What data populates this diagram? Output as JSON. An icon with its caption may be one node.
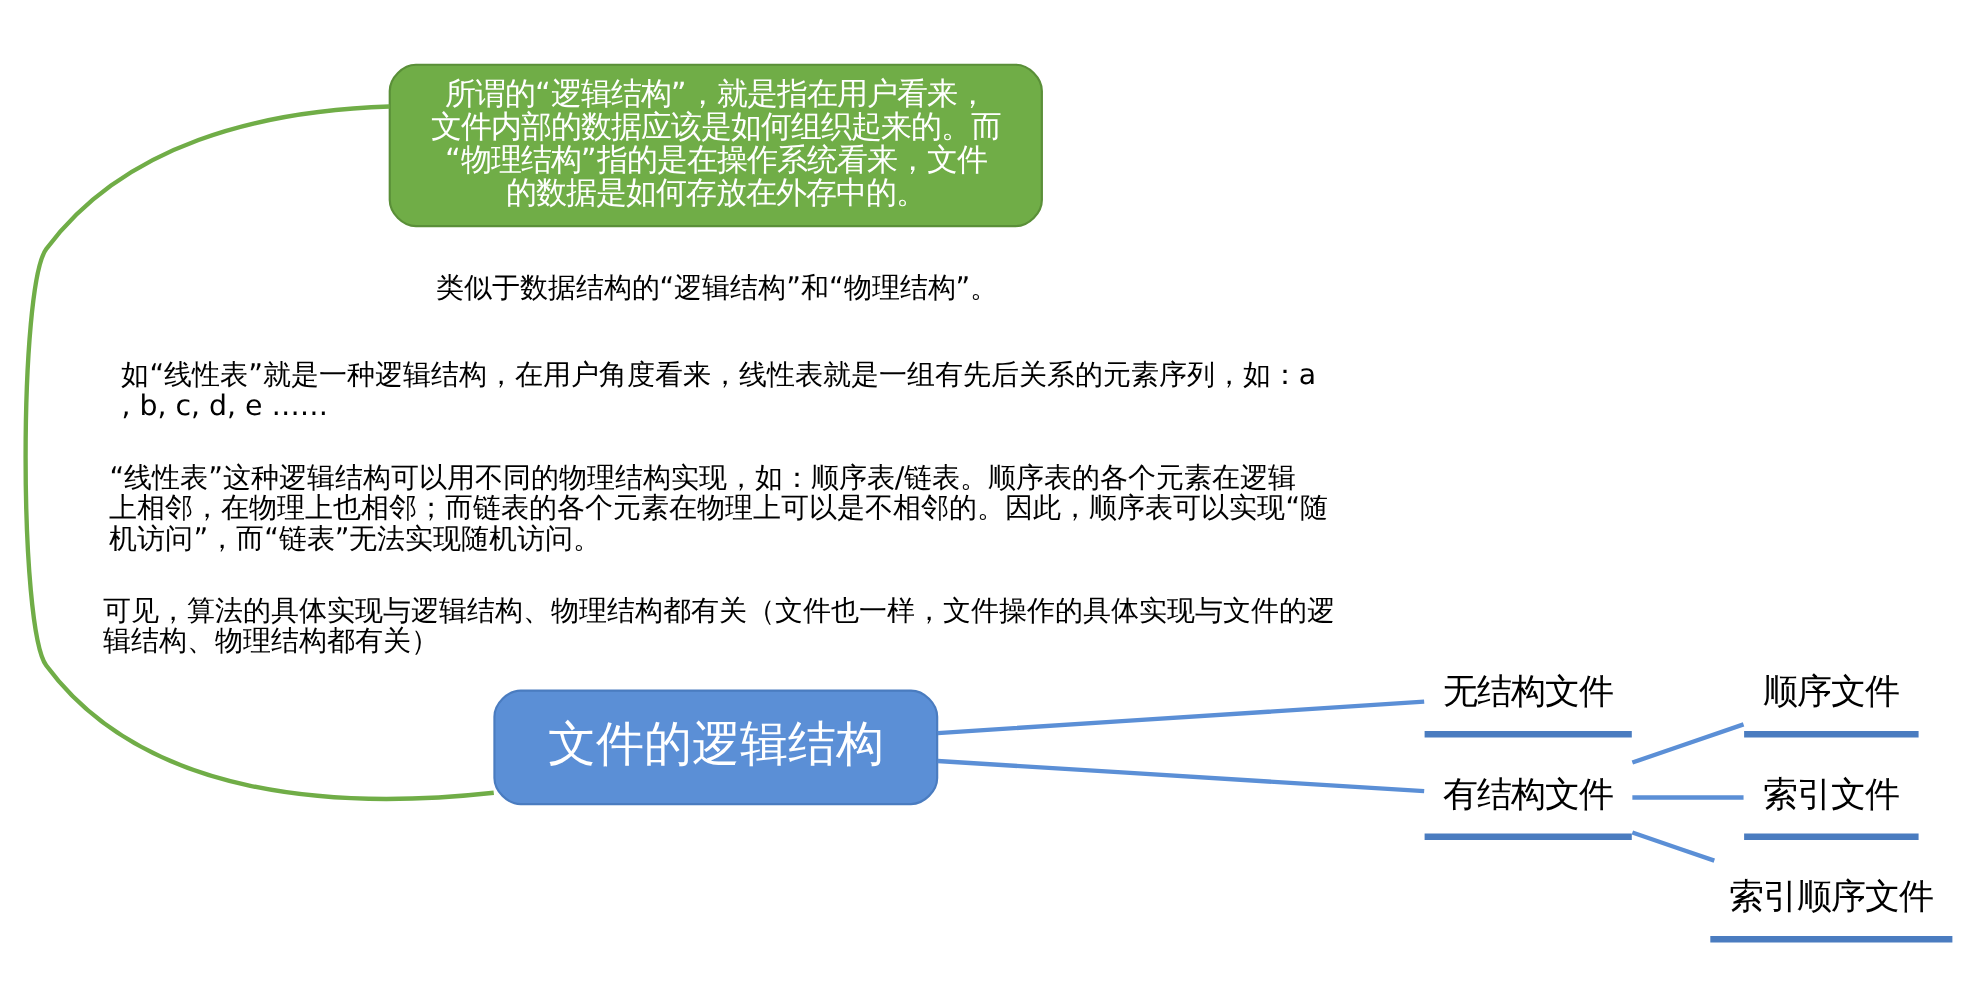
{
  "diagram": {
    "nodes": [
      {
        "text": [
          "文件的逻辑结构"
        ]
      },
      {
        "text": [
          "无结构文件"
        ]
      },
      {
        "text": [
          "有结构文件"
        ]
      },
      {
        "text": [
          "顺序文件"
        ]
      },
      {
        "text": [
          "索引文件"
        ]
      },
      {
        "text": [
          "索引顺序文件"
        ]
      },
      {
        "text": [
          "所谓的“逻辑结构”，就是指在用户看来，文件内部的数据应该是如何组织起来的。而“物理结构”指的是在操作系统看来，文件的数据是如何存放在外存中的。"
        ]
      }
    ],
    "edges": [
      {
        "from": 0,
        "to": 1,
        "arrow": "none"
      },
      {
        "from": 0,
        "to": 2,
        "arrow": "none"
      },
      {
        "from": 2,
        "to": 3,
        "arrow": "none"
      },
      {
        "from": 2,
        "to": 4,
        "arrow": "none"
      },
      {
        "from": 2,
        "to": 5,
        "arrow": "none"
      },
      {
        "from": 6,
        "to": 0,
        "arrow": "none",
        "color": "#70ad47"
      }
    ],
    "labels": [
      "类似于数据结构的“逻辑结构”和“物理结构”。",
      "如“线性表”就是一种逻辑结构，在用户角度看来，线性表就是一组有先后关系的元素序列，如：a, b, c, d, e ……",
      "“线性表”这种逻辑结构可以用不同的物理结构实现，如：顺序表/链表。顺序表的各个元素在逻辑上相邻，在物理上也相邻；而链表的各个元素在物理上可以是不相邻的。因此，顺序表可以实现“随机访问”，而“链表”无法实现随机访问。",
      "可见，算法的具体实现与逻辑结构、物理结构都有关（文件也一样，文件操作的具体实现与文件的逻辑结构、物理结构都有关）"
    ]
  }
}
